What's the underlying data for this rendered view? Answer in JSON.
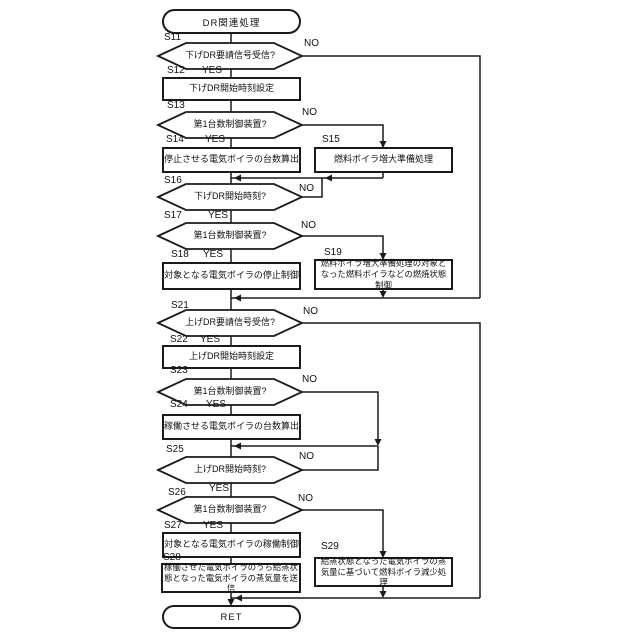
{
  "diagram": {
    "start_label": "DR関連処理",
    "end_label": "RET",
    "branch": {
      "yes": "YES",
      "no": "NO"
    },
    "steps": {
      "s11": {
        "id": "S11",
        "text": "下げDR要請信号受信?",
        "type": "decision"
      },
      "s12": {
        "id": "S12",
        "text": "下げDR開始時刻設定",
        "type": "process"
      },
      "s13": {
        "id": "S13",
        "text": "第1台数制御装置?",
        "type": "decision"
      },
      "s14": {
        "id": "S14",
        "text": "停止させる電気ボイラの台数算出",
        "type": "process"
      },
      "s15": {
        "id": "S15",
        "text": "燃料ボイラ増大準備処理",
        "type": "process"
      },
      "s16": {
        "id": "S16",
        "text": "下げDR開始時刻?",
        "type": "decision"
      },
      "s17": {
        "id": "S17",
        "text": "第1台数制御装置?",
        "type": "decision"
      },
      "s18": {
        "id": "S18",
        "text": "対象となる電気ボイラの停止制御",
        "type": "process"
      },
      "s19": {
        "id": "S19",
        "text": "燃料ボイラ増大準備処理の対象となった燃料ボイラなどの燃焼状態制御",
        "type": "process"
      },
      "s21": {
        "id": "S21",
        "text": "上げDR要請信号受信?",
        "type": "decision"
      },
      "s22": {
        "id": "S22",
        "text": "上げDR開始時刻設定",
        "type": "process"
      },
      "s23": {
        "id": "S23",
        "text": "第1台数制御装置?",
        "type": "decision"
      },
      "s24": {
        "id": "S24",
        "text": "稼働させる電気ボイラの台数算出",
        "type": "process"
      },
      "s25": {
        "id": "S25",
        "text": "上げDR開始時刻?",
        "type": "decision"
      },
      "s26": {
        "id": "S26",
        "text": "第1台数制御装置?",
        "type": "decision"
      },
      "s27": {
        "id": "S27",
        "text": "対象となる電気ボイラの稼働制御",
        "type": "process"
      },
      "s28": {
        "id": "S28",
        "text": "稼働させた電気ボイラのうち給蒸状態となった電気ボイラの蒸気量を送信",
        "type": "process"
      },
      "s29": {
        "id": "S29",
        "text": "給蒸状態となった電気ボイラの蒸気量に基づいて燃料ボイラ減少処理",
        "type": "process"
      }
    },
    "colors": {
      "line": "#1a1a1a",
      "fill": "#ffffff"
    }
  }
}
